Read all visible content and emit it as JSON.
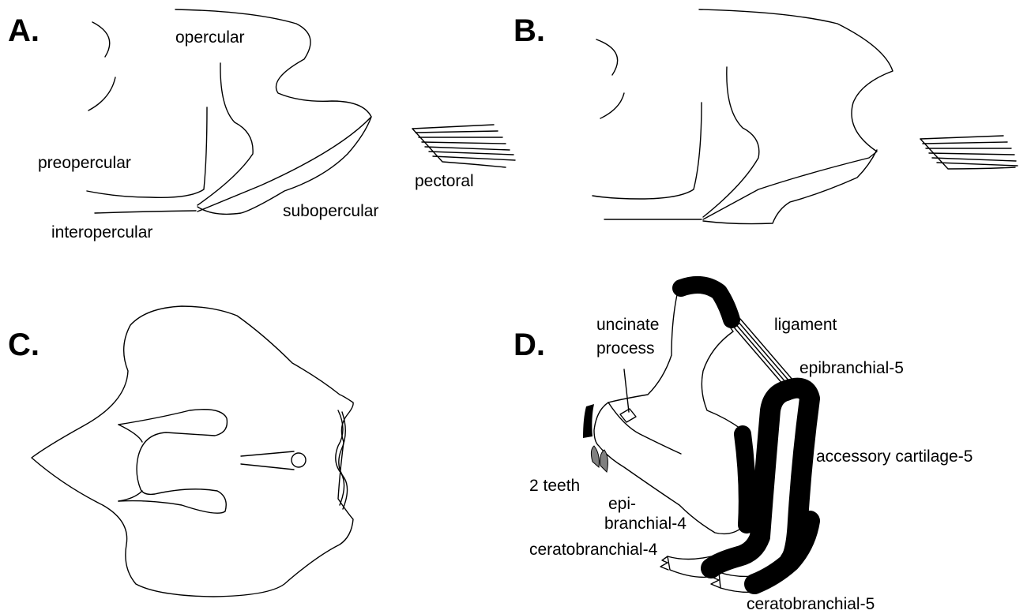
{
  "panels": {
    "a": {
      "letter": "A.",
      "labels": {
        "opercular": "opercular",
        "preopercular": "preopercular",
        "interopercular": "interopercular",
        "subopercular": "subopercular",
        "pectoral": "pectoral"
      }
    },
    "b": {
      "letter": "B."
    },
    "c": {
      "letter": "C."
    },
    "d": {
      "letter": "D.",
      "labels": {
        "uncinate": [
          "uncinate",
          "process"
        ],
        "ligament": "ligament",
        "epibranchial5": "epibranchial-5",
        "accessory_cartilage5": "accessory cartilage-5",
        "teeth": "2 teeth",
        "epibranchial4": [
          "epi-",
          "branchial-4"
        ],
        "ceratobranchial4": "ceratobranchial-4",
        "ceratobranchial5": "ceratobranchial-5"
      }
    }
  },
  "colors": {
    "line": "#000000",
    "cartilage": "#000000",
    "teeth": "#808080",
    "background": "#ffffff"
  }
}
